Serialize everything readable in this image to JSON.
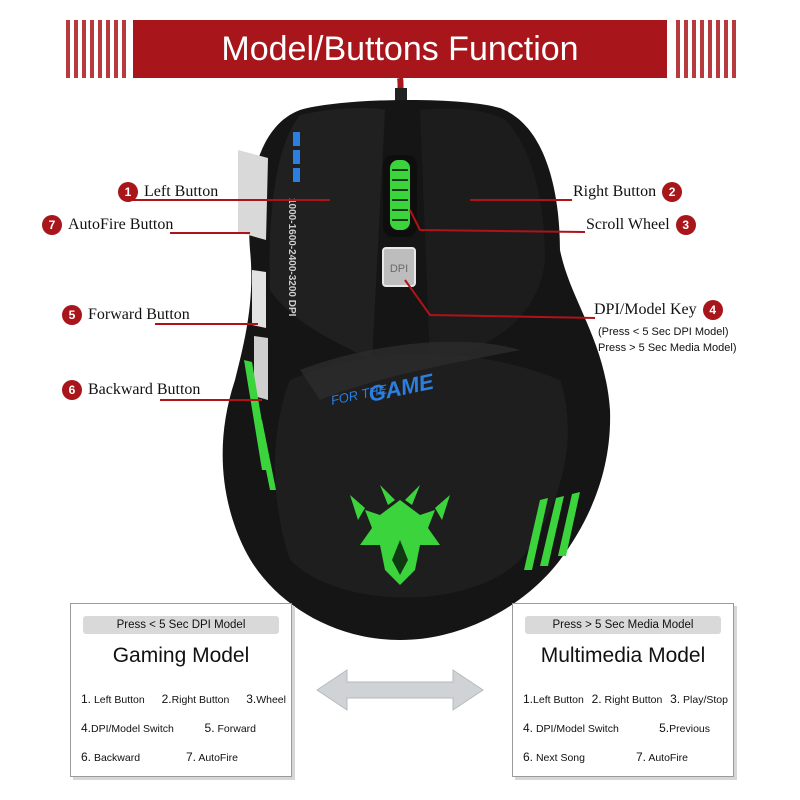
{
  "header": {
    "title": "Model/Buttons Function"
  },
  "colors": {
    "accent": "#a8161b",
    "glow_green": "#3cd43c",
    "glow_blue": "#2a7fe0",
    "mouse_body": "#151515"
  },
  "mouse": {
    "dpi_text": "1000-1600-2400-3200 DPI",
    "tagline_top": "FOR THE",
    "tagline_bottom": "GAME",
    "dpi_button_text": "DPI",
    "logo_icon": "lion-emblem-icon"
  },
  "callouts": [
    {
      "num": "1",
      "label": "Left Button"
    },
    {
      "num": "7",
      "label": "AutoFire Button"
    },
    {
      "num": "5",
      "label": "Forward Button"
    },
    {
      "num": "6",
      "label": "Backward Button"
    },
    {
      "num": "2",
      "label": "Right Button"
    },
    {
      "num": "3",
      "label": "Scroll Wheel"
    },
    {
      "num": "4",
      "label": "DPI/Model Key",
      "notes": [
        "(Press < 5 Sec DPI Model)",
        "Press > 5 Sec Media Model)"
      ]
    }
  ],
  "modes": {
    "gaming": {
      "pill": "Press < 5 Sec DPI Model",
      "title": "Gaming Model",
      "rows": [
        [
          {
            "n": "1.",
            "t": "Left Button"
          },
          {
            "n": "2.",
            "t": "Right Button"
          },
          {
            "n": "3.",
            "t": "Wheel"
          }
        ],
        [
          {
            "n": "4.",
            "t": "DPI/Model Switch"
          },
          {
            "n": "5.",
            "t": "Forward"
          }
        ],
        [
          {
            "n": "6.",
            "t": "Backward"
          },
          {
            "n": "7.",
            "t": "AutoFire"
          }
        ]
      ]
    },
    "media": {
      "pill": "Press > 5 Sec Media Model",
      "title": "Multimedia Model",
      "rows": [
        [
          {
            "n": "1.",
            "t": "Left Button"
          },
          {
            "n": "2.",
            "t": "Right Button"
          },
          {
            "n": "3.",
            "t": "Play/Stop"
          }
        ],
        [
          {
            "n": "4.",
            "t": "DPI/Model Switch"
          },
          {
            "n": "5.",
            "t": "Previous"
          }
        ],
        [
          {
            "n": "6.",
            "t": "Next Song"
          },
          {
            "n": "7.",
            "t": "AutoFire"
          }
        ]
      ]
    }
  }
}
